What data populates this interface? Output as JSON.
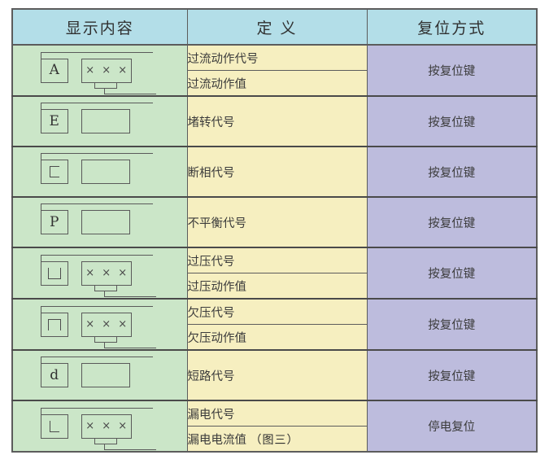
{
  "table": {
    "headers": {
      "display": "显示内容",
      "definition": "定 义",
      "reset": "复位方式"
    },
    "rows": [
      {
        "code": "A",
        "code_kind": "letter",
        "value_marks": "×××",
        "has_value_box": true,
        "definitions": [
          "过流动作代号",
          "过流动作值"
        ],
        "reset": "按复位键"
      },
      {
        "code": "E",
        "code_kind": "letter",
        "value_marks": "",
        "has_value_box": false,
        "definitions": [
          "堵转代号"
        ],
        "reset": "按复位键"
      },
      {
        "code": "⊏",
        "code_kind": "symbol-c",
        "value_marks": "",
        "has_value_box": false,
        "definitions": [
          "断相代号"
        ],
        "reset": "按复位键"
      },
      {
        "code": "P",
        "code_kind": "letter",
        "value_marks": "",
        "has_value_box": false,
        "definitions": [
          "不平衡代号"
        ],
        "reset": "按复位键"
      },
      {
        "code": "⊔",
        "code_kind": "symbol-u",
        "value_marks": "×××",
        "has_value_box": true,
        "definitions": [
          "过压代号",
          "过压动作值"
        ],
        "reset": "按复位键"
      },
      {
        "code": "⊓",
        "code_kind": "symbol-n",
        "value_marks": "×××",
        "has_value_box": true,
        "definitions": [
          "欠压代号",
          "欠压动作值"
        ],
        "reset": "按复位键"
      },
      {
        "code": "d",
        "code_kind": "letter",
        "value_marks": "",
        "has_value_box": false,
        "definitions": [
          "短路代号"
        ],
        "reset": "按复位键"
      },
      {
        "code": "L",
        "code_kind": "symbol-l",
        "value_marks": "×××",
        "has_value_box": true,
        "definitions": [
          "漏电代号",
          "漏电电流值"
        ],
        "reset": "停电复位"
      }
    ]
  },
  "caption": "（图三）",
  "colors": {
    "header_bg": "#b3dee8",
    "display_bg": "#cbe6c8",
    "definition_bg": "#f6efc0",
    "reset_bg": "#bdbcdd",
    "border": "#5c5c5c"
  },
  "mark_glyph": "×"
}
